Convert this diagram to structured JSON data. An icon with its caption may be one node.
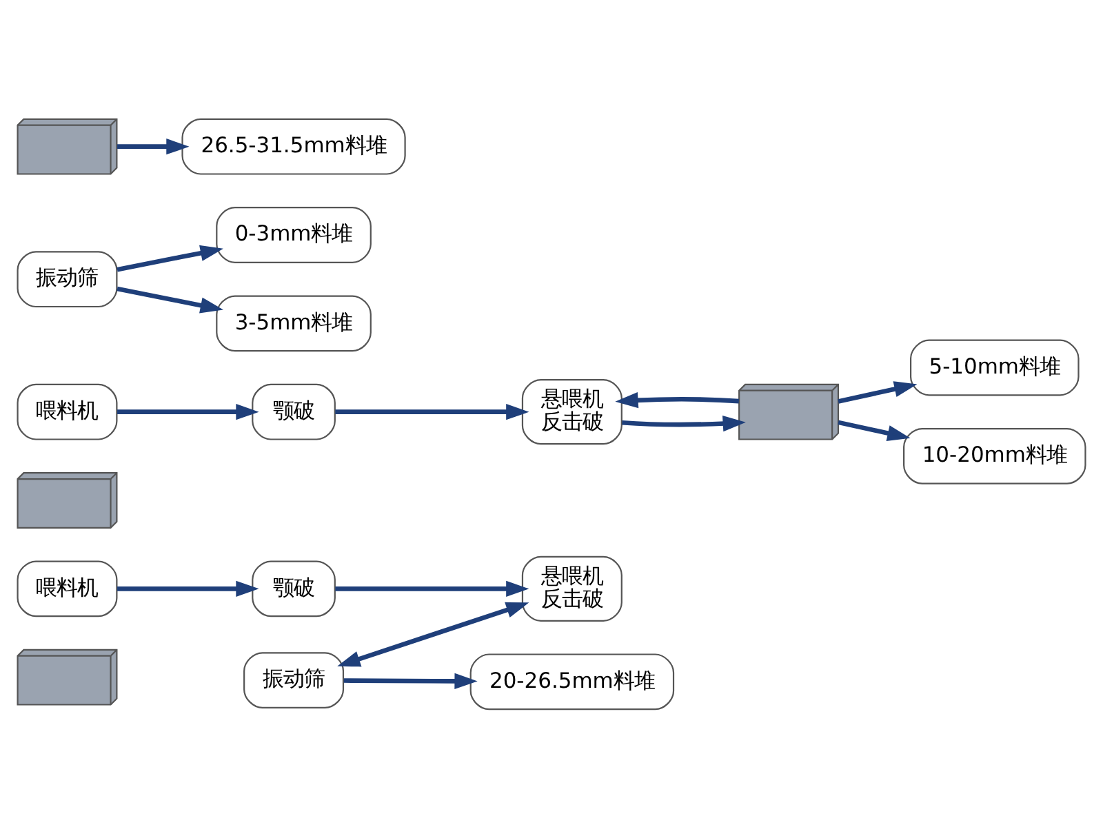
{
  "diagram": {
    "nodes": [
      {
        "text": [],
        "shape": "picture"
      },
      {
        "text": [
          "喂料机"
        ]
      },
      {
        "text": [
          "颚破"
        ]
      },
      {
        "text": [
          "悬喂机",
          "反击破"
        ]
      },
      {
        "text": [],
        "shape": "picture"
      },
      {
        "text": [
          "喂料机"
        ]
      },
      {
        "text": [
          "颚破"
        ]
      },
      {
        "text": [
          "悬喂机",
          "反击破"
        ]
      },
      {
        "text": [
          "振动筛"
        ]
      },
      {
        "text": [],
        "shape": "picture"
      },
      {
        "text": [
          "振动筛"
        ]
      },
      {
        "text": [],
        "shape": "picture"
      },
      {
        "text": [
          "0-3mm料堆"
        ]
      },
      {
        "text": [
          "3-5mm料堆"
        ]
      },
      {
        "text": [
          "5-10mm料堆"
        ]
      },
      {
        "text": [
          "10-20mm料堆"
        ]
      },
      {
        "text": [
          "20-26.5mm料堆"
        ]
      },
      {
        "text": [
          "26.5-31.5mm料堆"
        ]
      }
    ],
    "edges": [
      {
        "from": 1,
        "to": 2,
        "arrow": "to"
      },
      {
        "from": 2,
        "to": 3,
        "arrow": "to"
      },
      {
        "from": 5,
        "to": 6,
        "arrow": "to"
      },
      {
        "from": 6,
        "to": 7,
        "arrow": "to"
      },
      {
        "from": 7,
        "to": 9,
        "arrow": "to"
      },
      {
        "from": 9,
        "to": 7,
        "arrow": "to"
      },
      {
        "from": 10,
        "to": 3,
        "arrow": "both"
      },
      {
        "from": 8,
        "to": 12,
        "arrow": "to"
      },
      {
        "from": 8,
        "to": 13,
        "arrow": "to"
      },
      {
        "from": 9,
        "to": 14,
        "arrow": "to"
      },
      {
        "from": 9,
        "to": 15,
        "arrow": "to"
      },
      {
        "from": 10,
        "to": 16,
        "arrow": "to"
      },
      {
        "from": 11,
        "to": 17,
        "arrow": "to"
      }
    ]
  }
}
